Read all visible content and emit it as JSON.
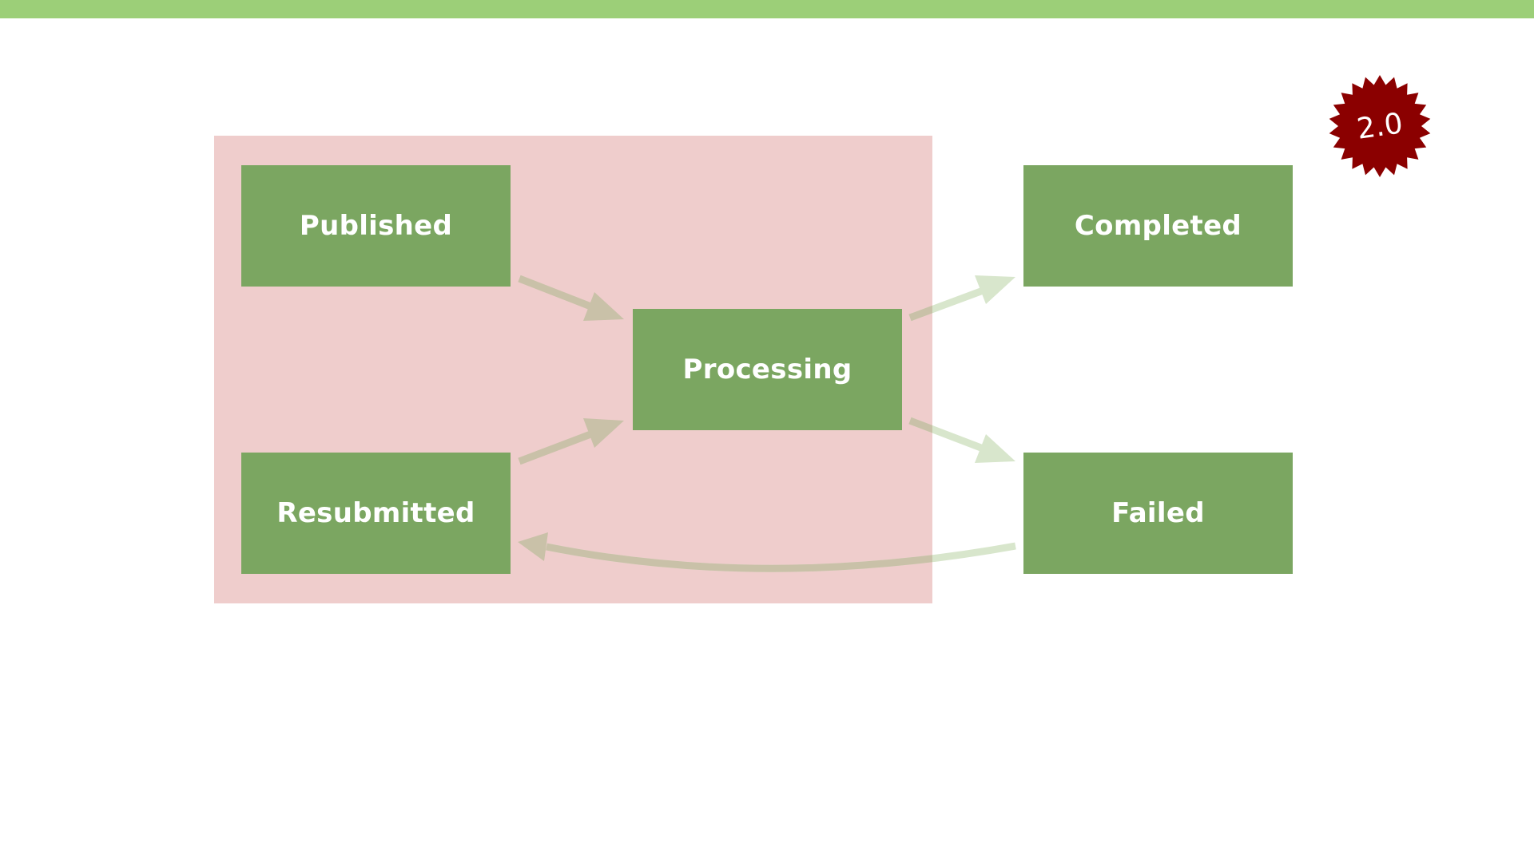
{
  "badge": {
    "label": "2.0",
    "color": "#8b0000"
  },
  "states": {
    "published": "Published",
    "resubmitted": "Resubmitted",
    "processing": "Processing",
    "completed": "Completed",
    "failed": "Failed"
  },
  "colors": {
    "top_bar": "#9ccf78",
    "region": "#efcdcc",
    "state_box": "#7ba661",
    "arrow_inside": "#c9c1a8",
    "arrow_outside": "#d8e6cc"
  },
  "transitions": [
    {
      "from": "Published",
      "to": "Processing"
    },
    {
      "from": "Resubmitted",
      "to": "Processing"
    },
    {
      "from": "Processing",
      "to": "Completed"
    },
    {
      "from": "Processing",
      "to": "Failed"
    },
    {
      "from": "Failed",
      "to": "Resubmitted"
    }
  ]
}
